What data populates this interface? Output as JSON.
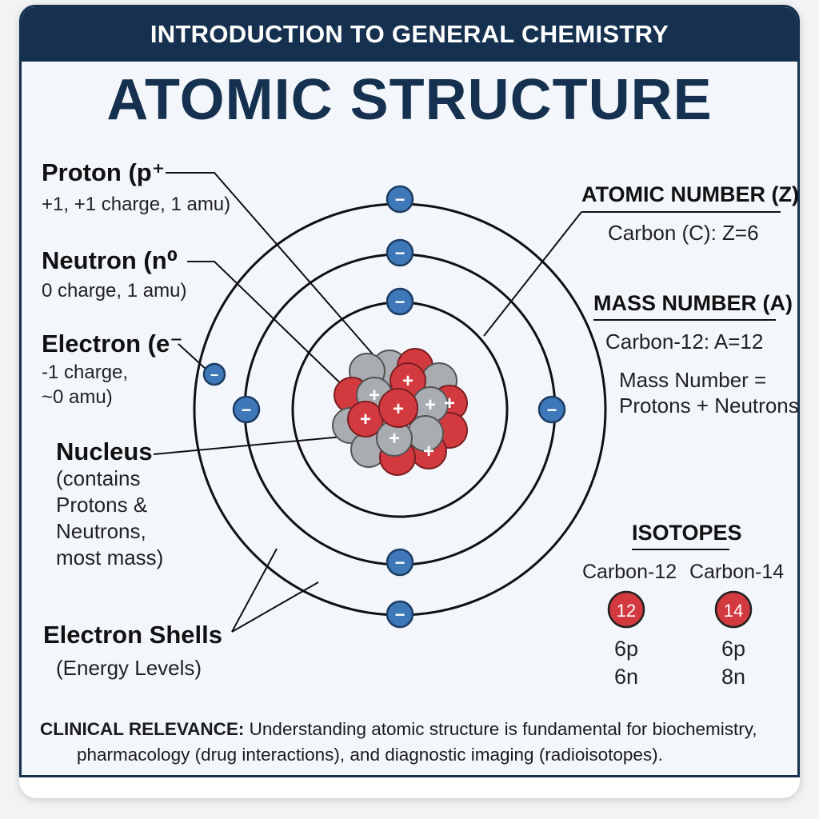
{
  "banner": "INTRODUCTION TO GENERAL CHEMISTRY",
  "title": "ATOMIC STRUCTURE",
  "labels": {
    "proton": {
      "head": "Proton (p⁺",
      "sub": "+1, +1 charge, 1 amu)"
    },
    "neutron": {
      "head": "Neutron (n⁰",
      "sub": "0 charge, 1 amu)"
    },
    "electron": {
      "head": "Electron (e⁻",
      "sub1": "-1 charge,",
      "sub2": "~0 amu)"
    },
    "nucleus": {
      "head": "Nucleus",
      "lines": [
        "(contains",
        "Protons &",
        "Neutrons,",
        "most mass)"
      ]
    },
    "shells": {
      "head": "Electron Shells",
      "sub": "(Energy Levels)"
    }
  },
  "atomic_number": {
    "head": "ATOMIC NUMBER (Z)",
    "body": "Carbon (C): Z=6"
  },
  "mass_number": {
    "head": "MASS NUMBER (A)",
    "body": "Carbon-12: A=12",
    "formula1": "Mass Number =",
    "formula2": "Protons + Neutrons"
  },
  "isotopes": {
    "head": "ISOTOPES",
    "items": [
      {
        "name": "Carbon-12",
        "mass": "12",
        "protons": "6p",
        "neutrons": "6n"
      },
      {
        "name": "Carbon-14",
        "mass": "14",
        "protons": "6p",
        "neutrons": "8n"
      }
    ]
  },
  "symbols": {
    "plus": "+",
    "minus": "−"
  },
  "footer": {
    "bold": "CLINICAL RELEVANCE:",
    "line1": " Understanding atomic structure is fundamental for biochemistry,",
    "line2": "pharmacology (drug interactions), and diagnostic imaging (radioisotopes)."
  },
  "colors": {
    "navy": "#15314f",
    "proton": "#d23a3f",
    "neutron": "#a9adb2",
    "electron": "#3e78b8"
  }
}
